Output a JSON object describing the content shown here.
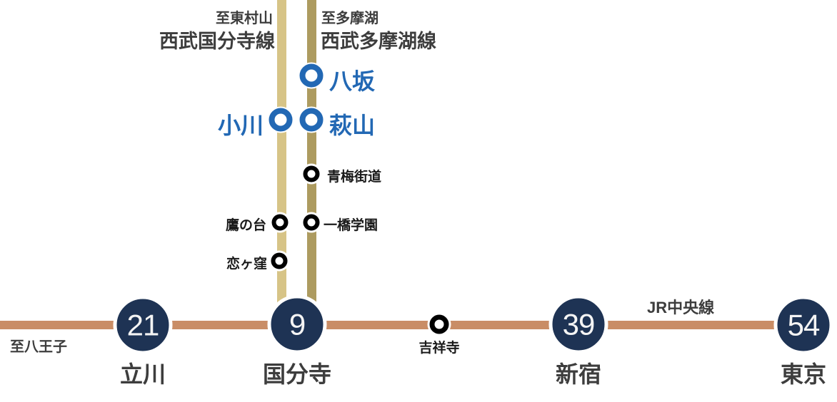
{
  "colors": {
    "jr_line": "#c98d66",
    "kokubunji_line": "#d7c487",
    "tamako_line": "#ad9b60",
    "navy": "#1e3354",
    "blue": "#2268b4",
    "text_dark": "#3d3d3d",
    "text_black": "#1a1a1a",
    "number_white": "#f4f4f4"
  },
  "jr_chuo_line": {
    "name": "JR中央線",
    "direction_left": "至八王子",
    "stations": {
      "tachikawa": {
        "name": "立川",
        "minutes": "21"
      },
      "kokubunji": {
        "name": "国分寺",
        "minutes": "9"
      },
      "kichijoji": {
        "name": "吉祥寺"
      },
      "shinjuku": {
        "name": "新宿",
        "minutes": "39"
      },
      "tokyo": {
        "name": "東京",
        "minutes": "54"
      }
    }
  },
  "seibu_kokubunji_line": {
    "name": "西武国分寺線",
    "direction_top": "至東村山",
    "stations": {
      "ogawa": {
        "name": "小川"
      },
      "takanodai": {
        "name": "鷹の台"
      },
      "koigakubo": {
        "name": "恋ヶ窪"
      }
    }
  },
  "seibu_tamako_line": {
    "name": "西武多摩湖線",
    "direction_top": "至多摩湖",
    "stations": {
      "yasaka": {
        "name": "八坂"
      },
      "hagiyama": {
        "name": "萩山"
      },
      "omekaido": {
        "name": "青梅街道"
      },
      "hitotsubashi_gakuen": {
        "name": "一橋学園"
      }
    }
  }
}
